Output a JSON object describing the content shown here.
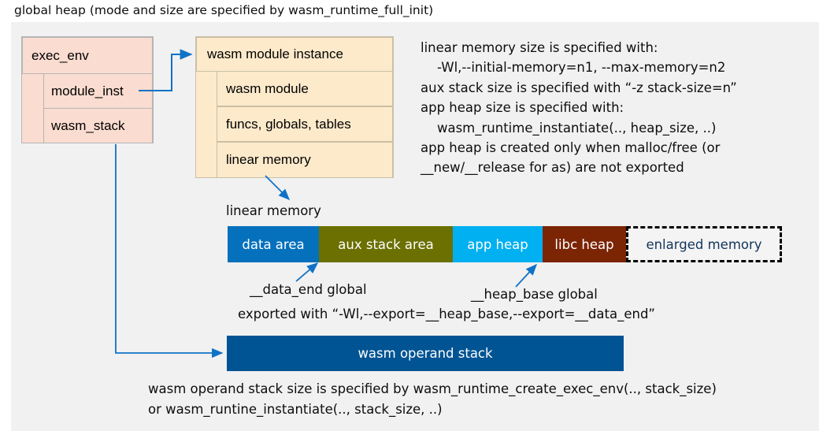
{
  "title": "global heap (mode and size are specified by wasm_runtime_full_init)",
  "exec_env": {
    "title": "exec_env",
    "rows": [
      {
        "label": "module_inst"
      },
      {
        "label": "wasm_stack"
      }
    ]
  },
  "module_instance": {
    "title": "wasm module instance",
    "rows": [
      {
        "label": "wasm module"
      },
      {
        "label": "funcs, globals, tables"
      },
      {
        "label": "linear memory"
      }
    ]
  },
  "notes": "linear memory size is specified with:\n    -Wl,--initial-memory=n1, --max-memory=n2\naux stack size is specified with “-z stack-size=n”\napp heap size is specified with:\n    wasm_runtime_instantiate(.., heap_size, ..)\napp heap is created only when malloc/free (or\n__new/__release for as) are not exported",
  "linear_memory": {
    "label": "linear memory",
    "segments": [
      {
        "name": "data area",
        "color": "#0571BD",
        "width": 116
      },
      {
        "name": "aux stack area",
        "color": "#6B7000",
        "width": 170
      },
      {
        "name": "app heap",
        "color": "#00B0F0",
        "width": 114
      },
      {
        "name": "libc heap",
        "color": "#7B2505",
        "width": 106
      },
      {
        "name": "enlarged memory",
        "color": "#F4F4F4",
        "width": 198
      }
    ]
  },
  "annotations": {
    "data_end": "__data_end global",
    "heap_base": "__heap_base global",
    "exported": "exported with “-Wl,--export=__heap_base,--export=__data_end”"
  },
  "operand_stack": {
    "label": "wasm operand stack"
  },
  "footer": "wasm operand stack size is specified by wasm_runtime_create_exec_env(.., stack_size)\nor wasm_runtine_instantiate(.., stack_size, ..)",
  "colors": {
    "panel_bg": "#F1F1F1",
    "exec_env_fill": "#FADCD0",
    "module_fill": "#FDEACB",
    "connector": "#1072C6",
    "operand_stack_fill": "#005493"
  }
}
